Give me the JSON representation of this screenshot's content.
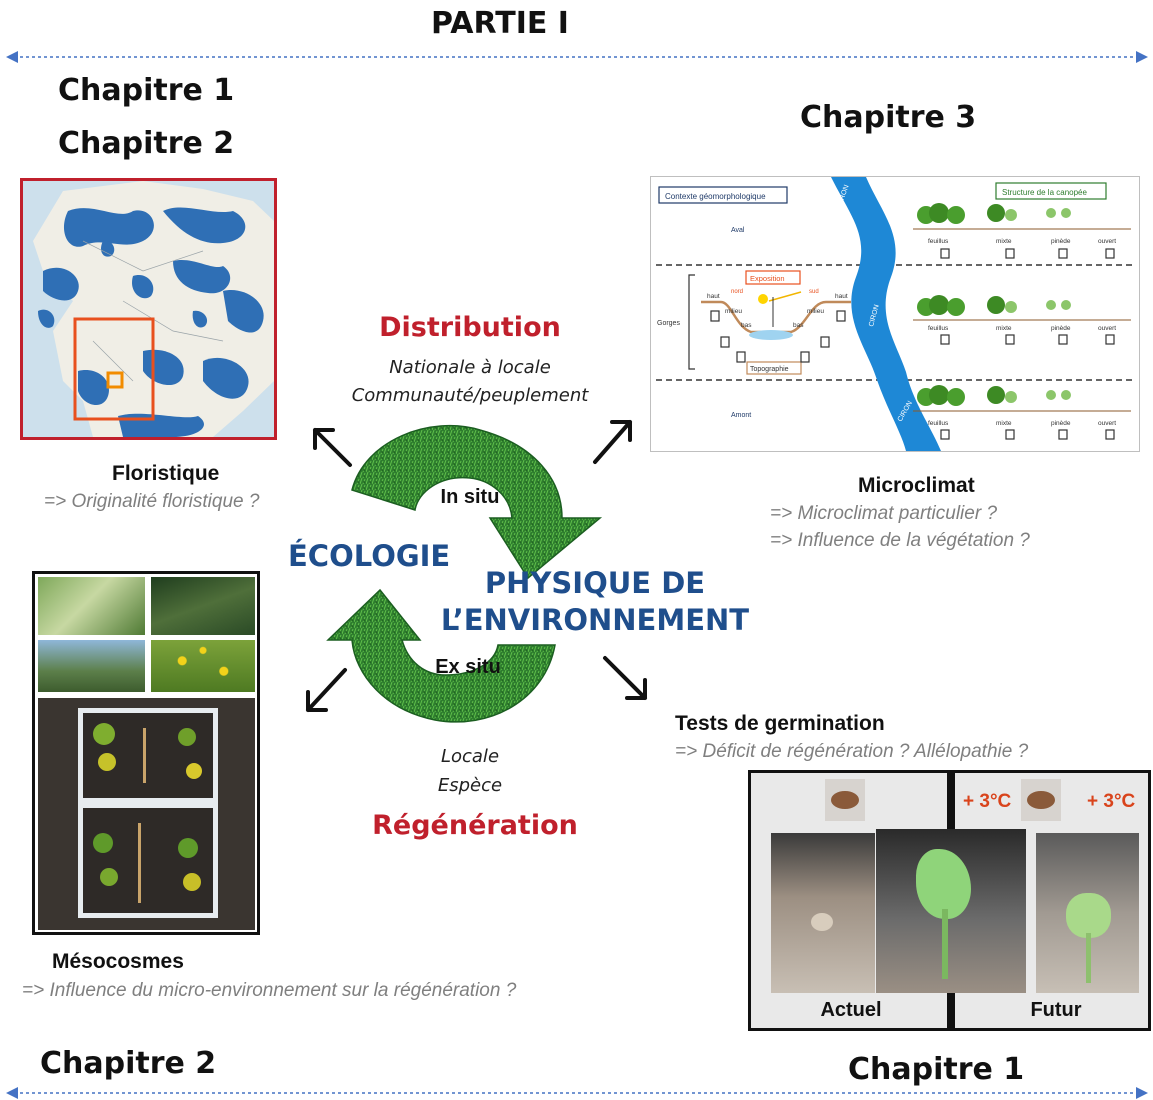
{
  "header": {
    "part_title": "PARTIE I"
  },
  "chapters": {
    "top_left_1": "Chapitre 1",
    "top_left_2": "Chapitre 2",
    "top_right": "Chapitre 3",
    "bottom_left": "Chapitre 2",
    "bottom_right": "Chapitre 1"
  },
  "center": {
    "distribution": {
      "title": "Distribution",
      "line1": "Nationale à locale",
      "line2": "Communauté/peuplement"
    },
    "regeneration": {
      "title": "Régénération",
      "line1": "Locale",
      "line2": "Espèce"
    },
    "ecologie": "ÉCOLOGIE",
    "physique_line1": "PHYSIQUE DE",
    "physique_line2": "L’ENVIRONNEMENT",
    "in_situ": "In situ",
    "ex_situ": "Ex situ"
  },
  "floristique": {
    "title": "Floristique",
    "question": "=> Originalité floristique ?"
  },
  "microclimat": {
    "title": "Microclimat",
    "question1": "=> Microclimat particulier ?",
    "question2": "=> Influence de la végétation ?"
  },
  "mesocosmes": {
    "title": "Mésocosmes",
    "question": "=> Influence du micro-environnement sur la régénération ?"
  },
  "germination": {
    "title": "Tests de germination",
    "question": "=> Déficit de régénération ? Allélopathie ?",
    "caption_left": "Actuel",
    "caption_right": "Futur",
    "temp1": "+ 3°C",
    "temp2": "+ 3°C"
  },
  "microclimat_diagram": {
    "box_left": "Contexte géomorphologique",
    "box_right": "Structure de la canopée",
    "aval": "Aval",
    "amont": "Amont",
    "gorges": "Gorges",
    "exposition": "Exposition",
    "nord": "nord",
    "sud": "sud",
    "haut_l": "haut",
    "haut_r": "haut",
    "milieu_l": "milieu",
    "milieu_r": "milieu",
    "bas_l": "bas",
    "bas_r": "bas",
    "topographie": "Topographie",
    "river_1": "CIRON",
    "river_2": "CIRON",
    "river_3": "CIRON",
    "canopy": [
      "feuillus",
      "mixte",
      "pinède",
      "ouvert"
    ]
  },
  "colors": {
    "distribution_red": "#c0202c",
    "ecologie_blue": "#1f4e8c",
    "cycle_green": "#2e7d2e",
    "map_frame_red": "#c0202c",
    "timeline_blue": "#4472c4"
  }
}
